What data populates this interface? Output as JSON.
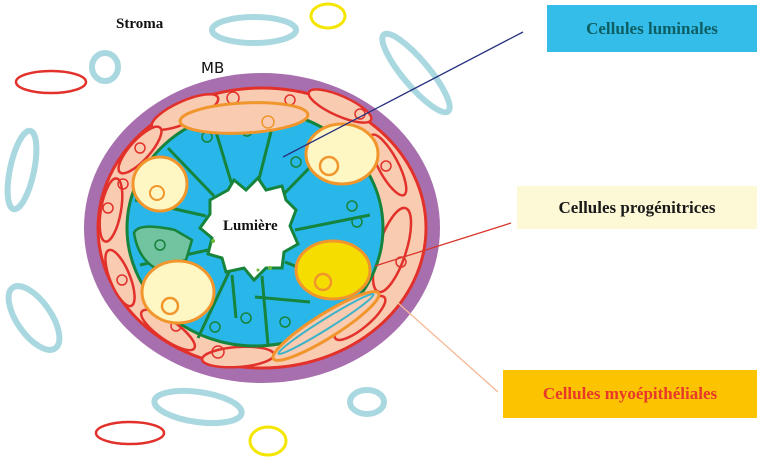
{
  "labels": {
    "stroma": "Stroma",
    "mb": "MB",
    "lumen": "Lumière",
    "luminal": "Cellules luminales",
    "progenitor": "Cellules progénitrices",
    "myoepithelial": "Cellules myoépithéliales"
  },
  "colors": {
    "basement_membrane": "#a86fae",
    "myoepithelial_layer": "#f9cbb1",
    "myoepithelial_outline": "#e2312a",
    "luminal_cytoplasm": "#29b6e8",
    "luminal_outline": "#16843c",
    "progenitor_fill": "#fff7c3",
    "progenitor_outline": "#f0962c",
    "progenitor_active": "#f6dd00",
    "stroma_cyan": "#a9d8e0",
    "stroma_red": "#e2312a",
    "stroma_yellow": "#f4e600",
    "label_luminal_bg": "#33bde8",
    "label_progenitor_bg": "#fdf8d6",
    "label_myo_bg": "#fcc300",
    "line_luminal": "#27307e",
    "line_progenitor": "#d8362b",
    "line_myo": "#f7b896"
  }
}
